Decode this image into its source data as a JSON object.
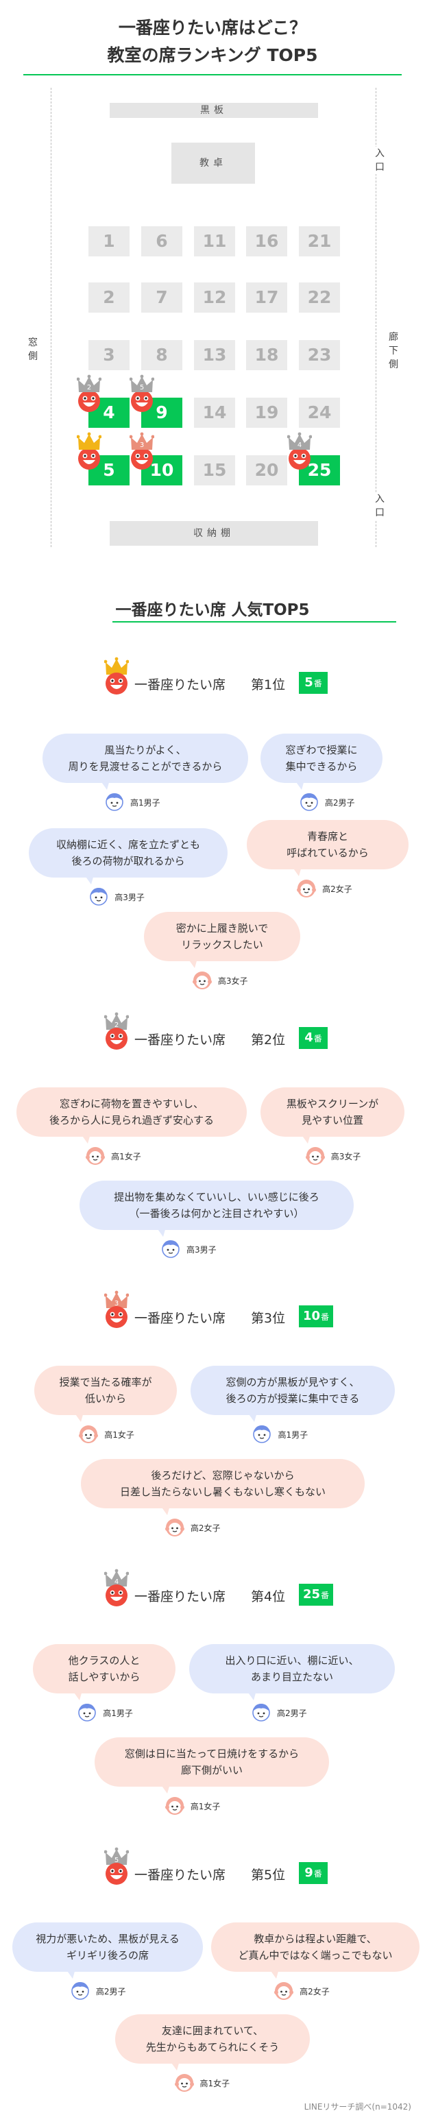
{
  "header": {
    "title_line1": "一番座りたい席はどこ？",
    "title_line2": "教室の席ランキング TOP5"
  },
  "classroom": {
    "blackboard": "黒板",
    "teacher_desk": "教卓",
    "storage": "収納棚",
    "window_side": "窓側",
    "hallway_side": "廊下側",
    "entrance_top": "入口",
    "entrance_bottom": "入口",
    "seat_labels": [
      "1",
      "2",
      "3",
      "4",
      "5",
      "6",
      "7",
      "8",
      "9",
      "10",
      "11",
      "12",
      "13",
      "14",
      "15",
      "16",
      "17",
      "18",
      "19",
      "20",
      "21",
      "22",
      "23",
      "24",
      "25"
    ],
    "highlighted_seats": [
      "4",
      "5",
      "9",
      "10",
      "25"
    ],
    "crown_ranks": [
      "1",
      "2",
      "3",
      "4",
      "5"
    ]
  },
  "ranking_title": "一番座りたい席 人気TOP5",
  "sections": [
    {
      "label": "一番座りたい席",
      "rank": "第1位",
      "seat": "5",
      "seat_suffix": "番",
      "comments": [
        {
          "text": "風当たりがよく、\n周りを見渡せることができるから",
          "who": "高1男子"
        },
        {
          "text": "窓ぎわで授業に\n集中できるから",
          "who": "高2男子"
        },
        {
          "text": "収納棚に近く、席を立たずとも\n後ろの荷物が取れるから",
          "who": "高3男子"
        },
        {
          "text": "青春席と\n呼ばれているから",
          "who": "高2女子"
        },
        {
          "text": "密かに上履き脱いで\nリラックスしたい",
          "who": "高3女子"
        }
      ]
    },
    {
      "label": "一番座りたい席",
      "rank": "第2位",
      "seat": "4",
      "seat_suffix": "番",
      "comments": [
        {
          "text": "窓ぎわに荷物を置きやすいし、\n後ろから人に見られ過ぎず安心する",
          "who": "高1女子"
        },
        {
          "text": "黒板やスクリーンが\n見やすい位置",
          "who": "高3女子"
        },
        {
          "text": "提出物を集めなくていいし、いい感じに後ろ\n（一番後ろは何かと注目されやすい）",
          "who": "高3男子"
        }
      ]
    },
    {
      "label": "一番座りたい席",
      "rank": "第3位",
      "seat": "10",
      "seat_suffix": "番",
      "comments": [
        {
          "text": "授業で当たる確率が\n低いから",
          "who": "高1女子"
        },
        {
          "text": "窓側の方が黒板が見やすく、\n後ろの方が授業に集中できる",
          "who": "高1男子"
        },
        {
          "text": "後ろだけど、窓際じゃないから\n日差し当たらないし暑くもないし寒くもない",
          "who": "高2女子"
        }
      ]
    },
    {
      "label": "一番座りたい席",
      "rank": "第4位",
      "seat": "25",
      "seat_suffix": "番",
      "comments": [
        {
          "text": "他クラスの人と\n話しやすいから",
          "who": "高1男子"
        },
        {
          "text": "出入り口に近い、棚に近い、\nあまり目立たない",
          "who": "高2男子"
        },
        {
          "text": "窓側は日に当たって日焼けをするから\n廊下側がいい",
          "who": "高1女子"
        }
      ]
    },
    {
      "label": "一番座りたい席",
      "rank": "第5位",
      "seat": "9",
      "seat_suffix": "番",
      "comments": [
        {
          "text": "視力が悪いため、黒板が見える\nギリギリ後ろの席",
          "who": "高2男子"
        },
        {
          "text": "教卓からは程よい距離で、\nど真ん中ではなく端っこでもない",
          "who": "高2女子"
        },
        {
          "text": "友達に囲まれていて、\n先生からもあてられにくそう",
          "who": "高1女子"
        }
      ]
    }
  ],
  "source": "LINEリサーチ調べ(n=1042)",
  "colors": {
    "accent_green": "#06c755",
    "bubble_blue": "#e1e8fb",
    "bubble_pink": "#fde3dc",
    "face_red": "#ef4a3c",
    "crown_gold": "#f2b418",
    "crown_silver": "#a6a6a6",
    "crown_bronze": "#ea8f7a",
    "boy_blue": "#6f8ee6",
    "girl_pink": "#f5a99a"
  }
}
